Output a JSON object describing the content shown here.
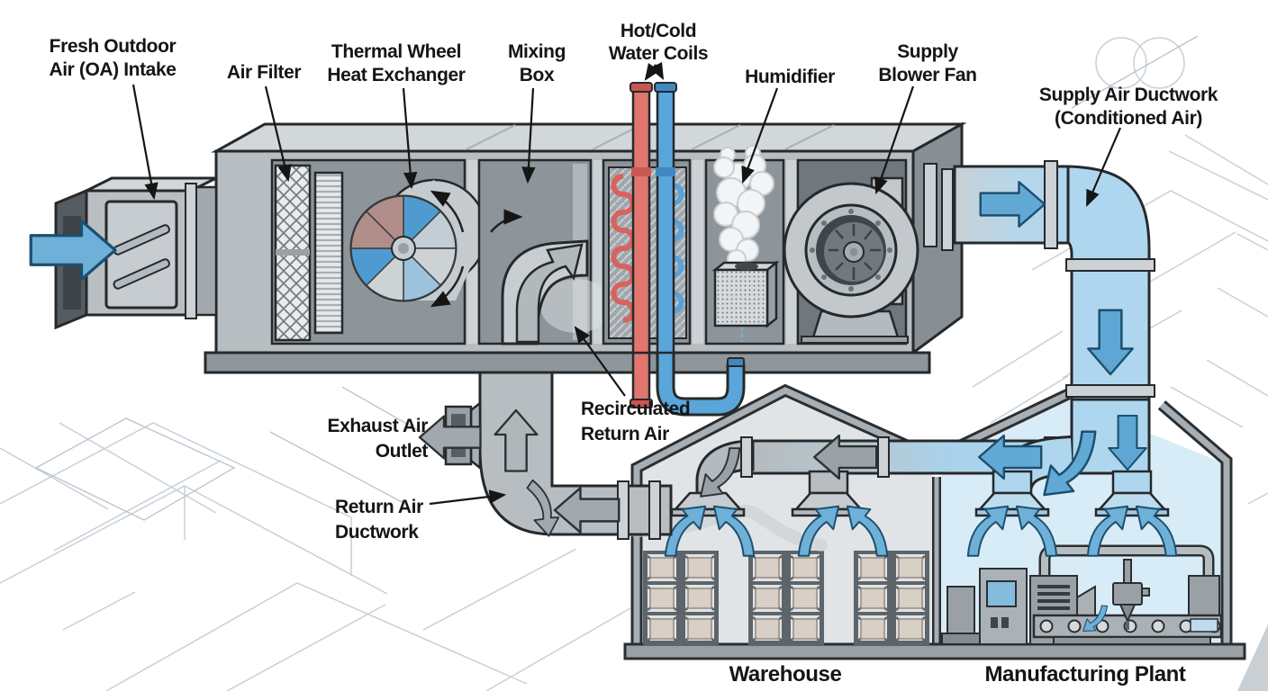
{
  "labels": {
    "fresh_outdoor": {
      "line1": "Fresh Outdoor",
      "line2": "Air (OA) Intake"
    },
    "air_filter": {
      "line1": "Air Filter"
    },
    "thermal_wheel": {
      "line1": "Thermal Wheel",
      "line2": "Heat Exchanger"
    },
    "mixing_box": {
      "line1": "Mixing",
      "line2": "Box"
    },
    "water_coils": {
      "line1": "Hot/Cold",
      "line2": "Water Coils"
    },
    "humidifier": {
      "line1": "Humidifier"
    },
    "supply_fan": {
      "line1": "Supply",
      "line2": "Blower Fan"
    },
    "supply_duct": {
      "line1": "Supply Air Ductwork",
      "line2": "(Conditioned Air)"
    },
    "exhaust_outlet": {
      "line1": "Exhaust Air",
      "line2": "Outlet"
    },
    "recirculated": {
      "line1": "Recirculated",
      "line2": "Return Air"
    },
    "return_duct": {
      "line1": "Return Air",
      "line2": "Ductwork"
    },
    "warehouse": {
      "line1": "Warehouse"
    },
    "manufacturing_plant": {
      "line1": "Manufacturing Plant"
    }
  },
  "colors": {
    "fresh_air_blue": "#6fb0d8",
    "supply_duct_blue": "#aed7ef",
    "conditioned_room_blue": "#d8ecf7",
    "warehouse_room_gray": "#e0e4e6",
    "duct_gray": "#b7bdc1",
    "hot_pipe_red": "#e0766d",
    "cold_pipe_blue": "#5aa6da",
    "return_arrow_gray": "#a2a9ae",
    "label_text": "#151515"
  }
}
